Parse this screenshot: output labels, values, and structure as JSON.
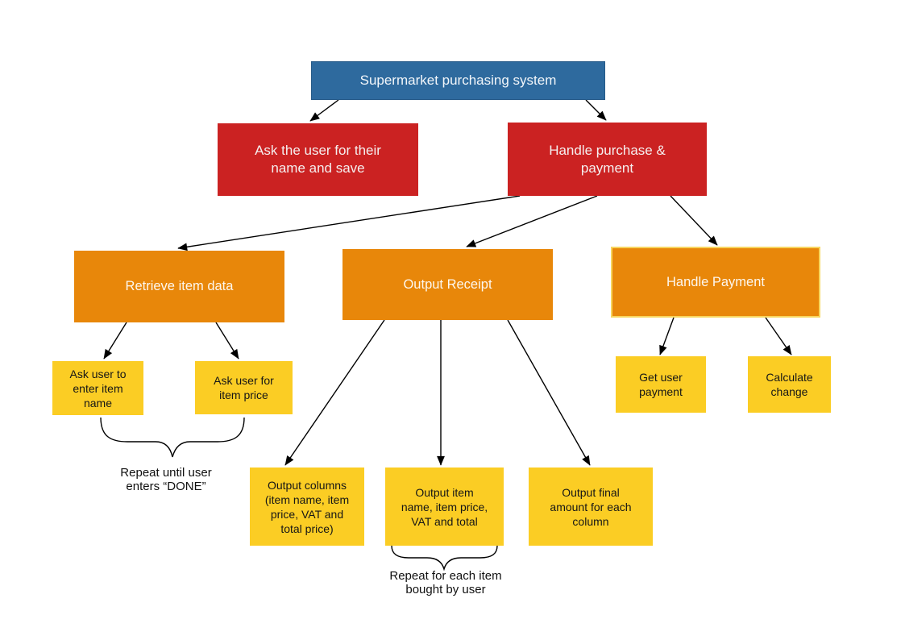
{
  "diagram": {
    "title": "Supermarket purchasing system",
    "colors": {
      "root_blue": "#2e6a9e",
      "level2_red": "#cb2222",
      "level3_orange": "#e8870a",
      "level4_yellow": "#fbcd24",
      "connector_black": "#000000",
      "text_on_dark": "#ffffff",
      "text_on_yellow": "#161616"
    },
    "nodes": {
      "root": {
        "label": "Supermarket purchasing system"
      },
      "ask_name": {
        "label": "Ask the user for their\nname and save"
      },
      "handle_purchase": {
        "label": "Handle purchase &\npayment"
      },
      "retrieve_item_data": {
        "label": "Retrieve item data"
      },
      "output_receipt": {
        "label": "Output Receipt"
      },
      "handle_payment": {
        "label": "Handle Payment"
      },
      "ask_item_name": {
        "label": "Ask user to\nenter item\nname"
      },
      "ask_item_price": {
        "label": "Ask user for\nitem price"
      },
      "output_columns": {
        "label": "Output columns\n(item name, item\nprice, VAT and\ntotal price)"
      },
      "output_item": {
        "label": "Output item\nname, item price,\nVAT and total"
      },
      "output_final": {
        "label": "Output final\namount for each\ncolumn"
      },
      "get_payment": {
        "label": "Get user\npayment"
      },
      "calculate_change": {
        "label": "Calculate\nchange"
      }
    },
    "edges": [
      {
        "from": "root",
        "to": "ask_name"
      },
      {
        "from": "root",
        "to": "handle_purchase"
      },
      {
        "from": "handle_purchase",
        "to": "retrieve_item_data"
      },
      {
        "from": "handle_purchase",
        "to": "output_receipt"
      },
      {
        "from": "handle_purchase",
        "to": "handle_payment"
      },
      {
        "from": "retrieve_item_data",
        "to": "ask_item_name"
      },
      {
        "from": "retrieve_item_data",
        "to": "ask_item_price"
      },
      {
        "from": "output_receipt",
        "to": "output_columns"
      },
      {
        "from": "output_receipt",
        "to": "output_item"
      },
      {
        "from": "output_receipt",
        "to": "output_final"
      },
      {
        "from": "handle_payment",
        "to": "get_payment"
      },
      {
        "from": "handle_payment",
        "to": "calculate_change"
      }
    ],
    "annotations": {
      "repeat_done": "Repeat until user\nenters “DONE”",
      "repeat_items": "Repeat for each item\nbought by user"
    }
  }
}
